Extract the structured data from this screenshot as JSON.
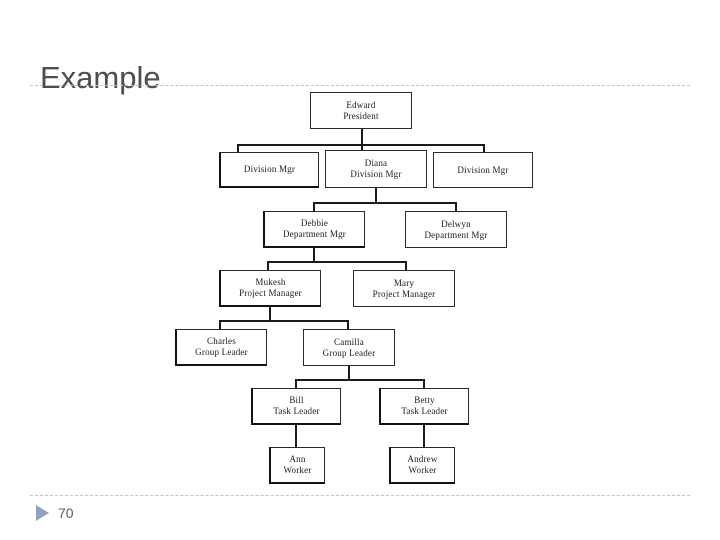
{
  "slide": {
    "title": "Example",
    "page_number": "70",
    "marker_icon": "triangle-bullet-icon",
    "rule_color": "#b9c4d4",
    "marker_color": "#8da3c0",
    "title_color": "#4a4d51"
  },
  "chart_data": {
    "type": "diagram",
    "diagram_kind": "organization-chart",
    "title": "Example",
    "nodes": [
      {
        "id": "edward",
        "name": "Edward",
        "role": "President",
        "level": 0
      },
      {
        "id": "divleft",
        "name": "",
        "role": "Division Mgr",
        "level": 1
      },
      {
        "id": "diana",
        "name": "Diana",
        "role": "Division Mgr",
        "level": 1
      },
      {
        "id": "divright",
        "name": "",
        "role": "Division Mgr",
        "level": 1
      },
      {
        "id": "debbie",
        "name": "Debbie",
        "role": "Department Mgr",
        "level": 2
      },
      {
        "id": "delwyn",
        "name": "Delwyn",
        "role": "Department Mgr",
        "level": 2
      },
      {
        "id": "mukesh",
        "name": "Mukesh",
        "role": "Project Manager",
        "level": 3
      },
      {
        "id": "mary",
        "name": "Mary",
        "role": "Project Manager",
        "level": 3
      },
      {
        "id": "charles",
        "name": "Charles",
        "role": "Group Leader",
        "level": 4
      },
      {
        "id": "camilla",
        "name": "Camilla",
        "role": "Group Leader",
        "level": 4
      },
      {
        "id": "bill",
        "name": "Bill",
        "role": "Task Leader",
        "level": 5
      },
      {
        "id": "betty",
        "name": "Betty",
        "role": "Task Leader",
        "level": 5
      },
      {
        "id": "ann",
        "name": "Ann",
        "role": "Worker",
        "level": 6
      },
      {
        "id": "andrew",
        "name": "Andrew",
        "role": "Worker",
        "level": 6
      }
    ],
    "edges": [
      {
        "from": "edward",
        "to": "divleft"
      },
      {
        "from": "edward",
        "to": "diana"
      },
      {
        "from": "edward",
        "to": "divright"
      },
      {
        "from": "diana",
        "to": "debbie"
      },
      {
        "from": "diana",
        "to": "delwyn"
      },
      {
        "from": "debbie",
        "to": "mukesh"
      },
      {
        "from": "debbie",
        "to": "mary"
      },
      {
        "from": "mukesh",
        "to": "charles"
      },
      {
        "from": "mukesh",
        "to": "camilla"
      },
      {
        "from": "camilla",
        "to": "bill"
      },
      {
        "from": "camilla",
        "to": "betty"
      },
      {
        "from": "bill",
        "to": "ann"
      },
      {
        "from": "betty",
        "to": "andrew"
      }
    ]
  }
}
